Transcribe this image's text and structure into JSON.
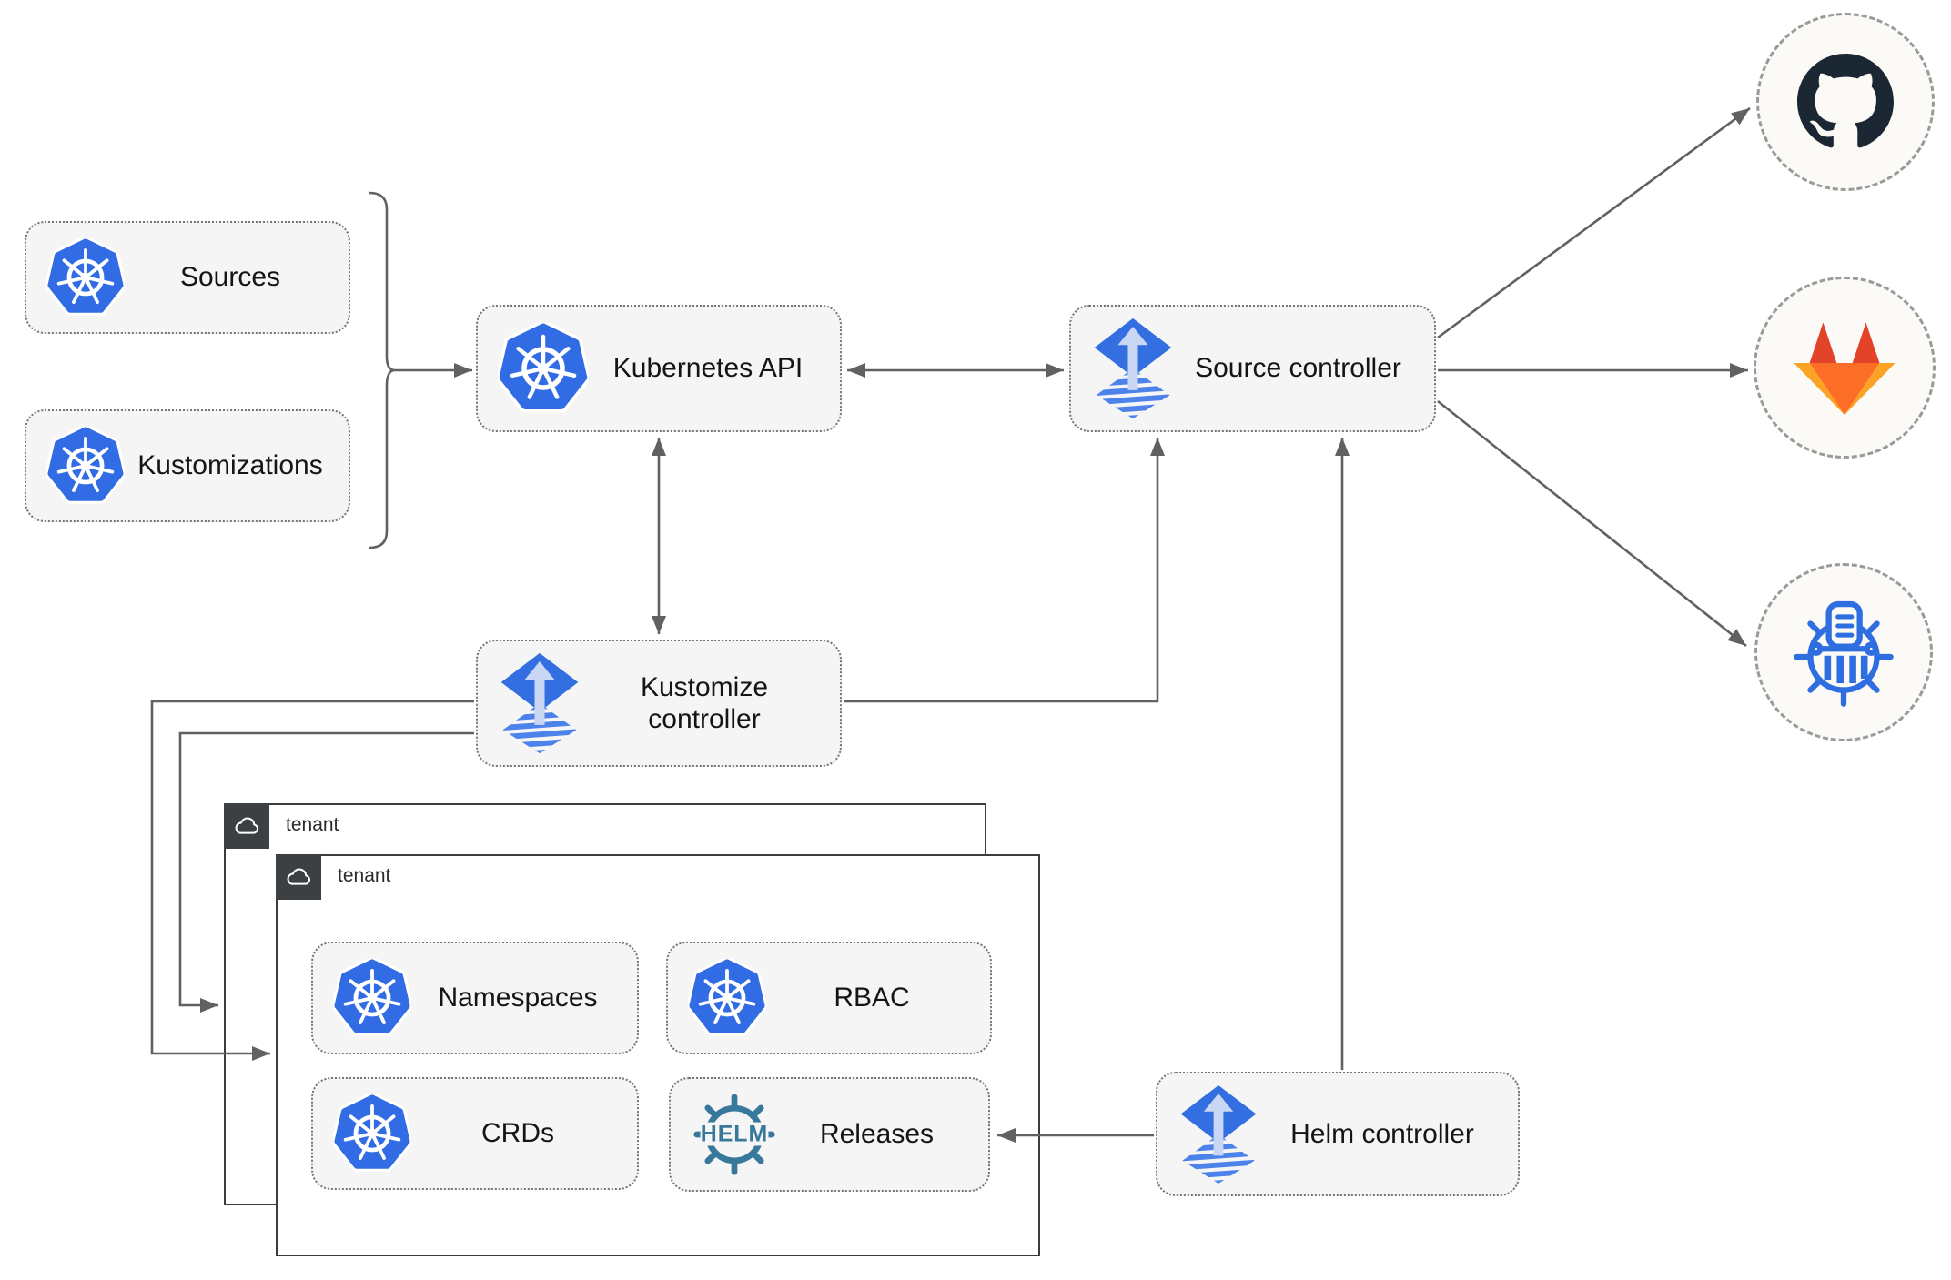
{
  "nodes": {
    "sources": {
      "label": "Sources"
    },
    "kustomizations": {
      "label": "Kustomizations"
    },
    "kubernetes_api": {
      "label": "Kubernetes API"
    },
    "source_controller": {
      "label": "Source controller"
    },
    "kustomize_controller": {
      "label": "Kustomize controller"
    },
    "helm_controller": {
      "label": "Helm controller"
    },
    "namespaces": {
      "label": "Namespaces"
    },
    "rbac": {
      "label": "RBAC"
    },
    "crds": {
      "label": "CRDs"
    },
    "releases": {
      "label": "Releases"
    }
  },
  "groups": {
    "outer_tenant": {
      "label": "tenant"
    },
    "inner_tenant": {
      "label": "tenant"
    }
  },
  "external_services": [
    {
      "name": "GitHub",
      "icon": "github-icon"
    },
    {
      "name": "GitLab",
      "icon": "gitlab-icon"
    },
    {
      "name": "ChartMuseum",
      "icon": "chartmuseum-icon"
    }
  ],
  "helm_icon_text": "HELM",
  "colors": {
    "kubernetes_blue": "#326ce5",
    "flux_blue": "#336fe0",
    "flux_light": "#c9d7f5",
    "helm_teal": "#38799b",
    "chartmuseum_blue": "#2e6ee0",
    "github_dark": "#1b2733",
    "gitlab_red": "#e24329",
    "gitlab_orange": "#fc6d26",
    "gitlab_amber": "#fca326",
    "node_fill": "#f5f5f5",
    "edge_gray": "#616161",
    "tenant_badge": "#3c4043"
  }
}
